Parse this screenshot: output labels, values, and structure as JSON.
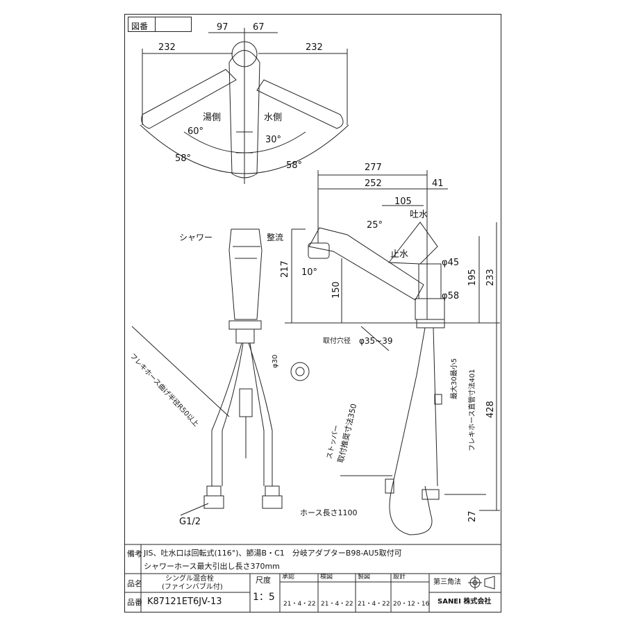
{
  "drawing_id_label": "図番",
  "top_view": {
    "dims": [
      "97",
      "67",
      "232",
      "232"
    ],
    "hot_label": "湯側",
    "cold_label": "水側",
    "angles": [
      "60°",
      "30°",
      "58°",
      "58°"
    ]
  },
  "front_view": {
    "shower_label": "シャワー",
    "aerated_label": "整流",
    "flex_note": "フレキホース曲げ半径R50以上",
    "dia_label": "φ30",
    "thread_label": "G1/2"
  },
  "side_view": {
    "dims": [
      "277",
      "252",
      "41",
      "105",
      "217",
      "150",
      "195",
      "233",
      "428",
      "27"
    ],
    "spout_label": "吐水",
    "stop_label": "止水",
    "angle_25": "25°",
    "angle_10": "10°",
    "dia45": "φ45",
    "dia58": "φ58",
    "hole_label": "取付穴径",
    "hole_value": "φ35~39",
    "stopper_label": "ストッパー",
    "stopper_dim": "取付推奨寸法350",
    "max_label": "最大30最小5",
    "flex_len": "フレキホース直管寸法401",
    "hose_len": "ホース長さ1100"
  },
  "notes": {
    "label": "備考",
    "line1": "JIS、吐水口は回転式(116°)、節湯B・C1　分岐アダプターB98-AU5取付可",
    "line2": "シャワーホース最大引出し長さ370mm"
  },
  "title_block": {
    "name_label": "品名",
    "name_value_1": "シングル混合栓",
    "name_value_2": "(ファインバブル付)",
    "number_label": "品番",
    "number_value": "K87121ET6JV-13",
    "scale_label": "尺度",
    "scale_value": "1：5",
    "approve_label": "承認",
    "approve_date": "21・4・22",
    "check_label": "検図",
    "check_date": "21・4・22",
    "draw_label": "製図",
    "draw_date": "21・4・22",
    "design_label": "設計",
    "design_date": "20・12・16",
    "projection_label": "第三角法",
    "company": "SANEI 株式会社"
  }
}
